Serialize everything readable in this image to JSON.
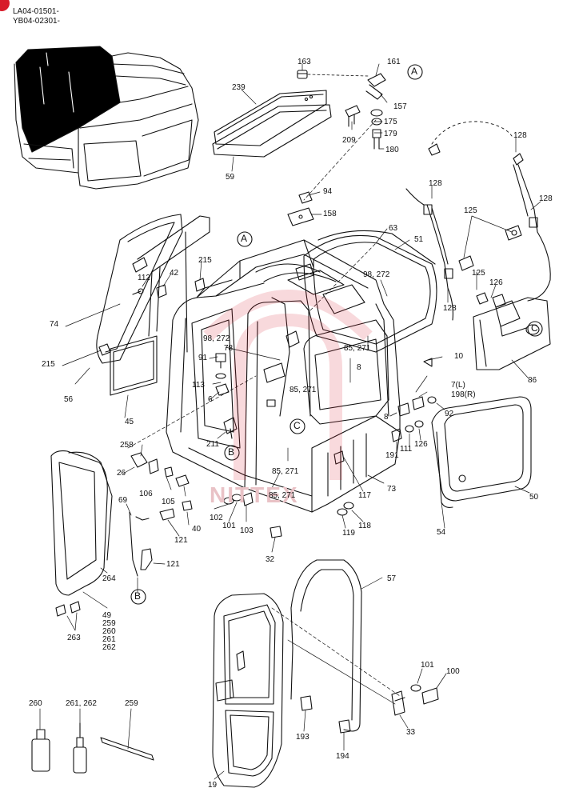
{
  "header": {
    "serial_1": "LA04-01501-",
    "serial_2": "YB04-02301-"
  },
  "watermark": "NITTEX",
  "callouts": {
    "A": "A",
    "B": "B",
    "C": "C"
  },
  "labels": {
    "p163": "163",
    "p161": "161",
    "p157": "157",
    "p175": "175",
    "p179": "179",
    "p180": "180",
    "p209": "209",
    "p239": "239",
    "p59": "59",
    "p94": "94",
    "p158": "158",
    "p128a": "128",
    "p128b": "128",
    "p128c": "128",
    "p128d": "128",
    "p125a": "125",
    "p125b": "125",
    "p126a": "126",
    "p86": "86",
    "p63": "63",
    "p51": "51",
    "p98_272a": "98, 272",
    "p215a": "215",
    "p112": "112",
    "p42": "42",
    "p74": "74",
    "p215b": "215",
    "p56": "56",
    "p45": "45",
    "p98_272b": "98, 272",
    "p78": "78",
    "p91": "91",
    "p113": "113",
    "p6": "6",
    "p85_271a": "85, 271",
    "p85_271b": "85, 271",
    "p8a": "8",
    "p10": "10",
    "p7L": "7(L)",
    "p198R": "198(R)",
    "p92": "92",
    "p8b": "8",
    "p191": "191",
    "p111": "111",
    "p126b": "126",
    "p211": "211",
    "p85_271c": "85, 271",
    "p85_271d": "85, 271",
    "p258": "258",
    "p26": "26",
    "p106": "106",
    "p105": "105",
    "p69": "69",
    "p40": "40",
    "p121a": "121",
    "p102": "102",
    "p101a": "101",
    "p103": "103",
    "p117": "117",
    "p73": "73",
    "p119": "119",
    "p118": "118",
    "p32": "32",
    "p50": "50",
    "p54": "54",
    "p121b": "121",
    "p264": "264",
    "p49": "49",
    "p259a": "259",
    "p260a": "260",
    "p261": "261",
    "p262": "262",
    "p263": "263",
    "p57": "57",
    "p101b": "101",
    "p100": "100",
    "p33": "33",
    "p193": "193",
    "p194": "194",
    "p19": "19",
    "p260b": "260",
    "p261_262": "261, 262",
    "p259b": "259"
  }
}
